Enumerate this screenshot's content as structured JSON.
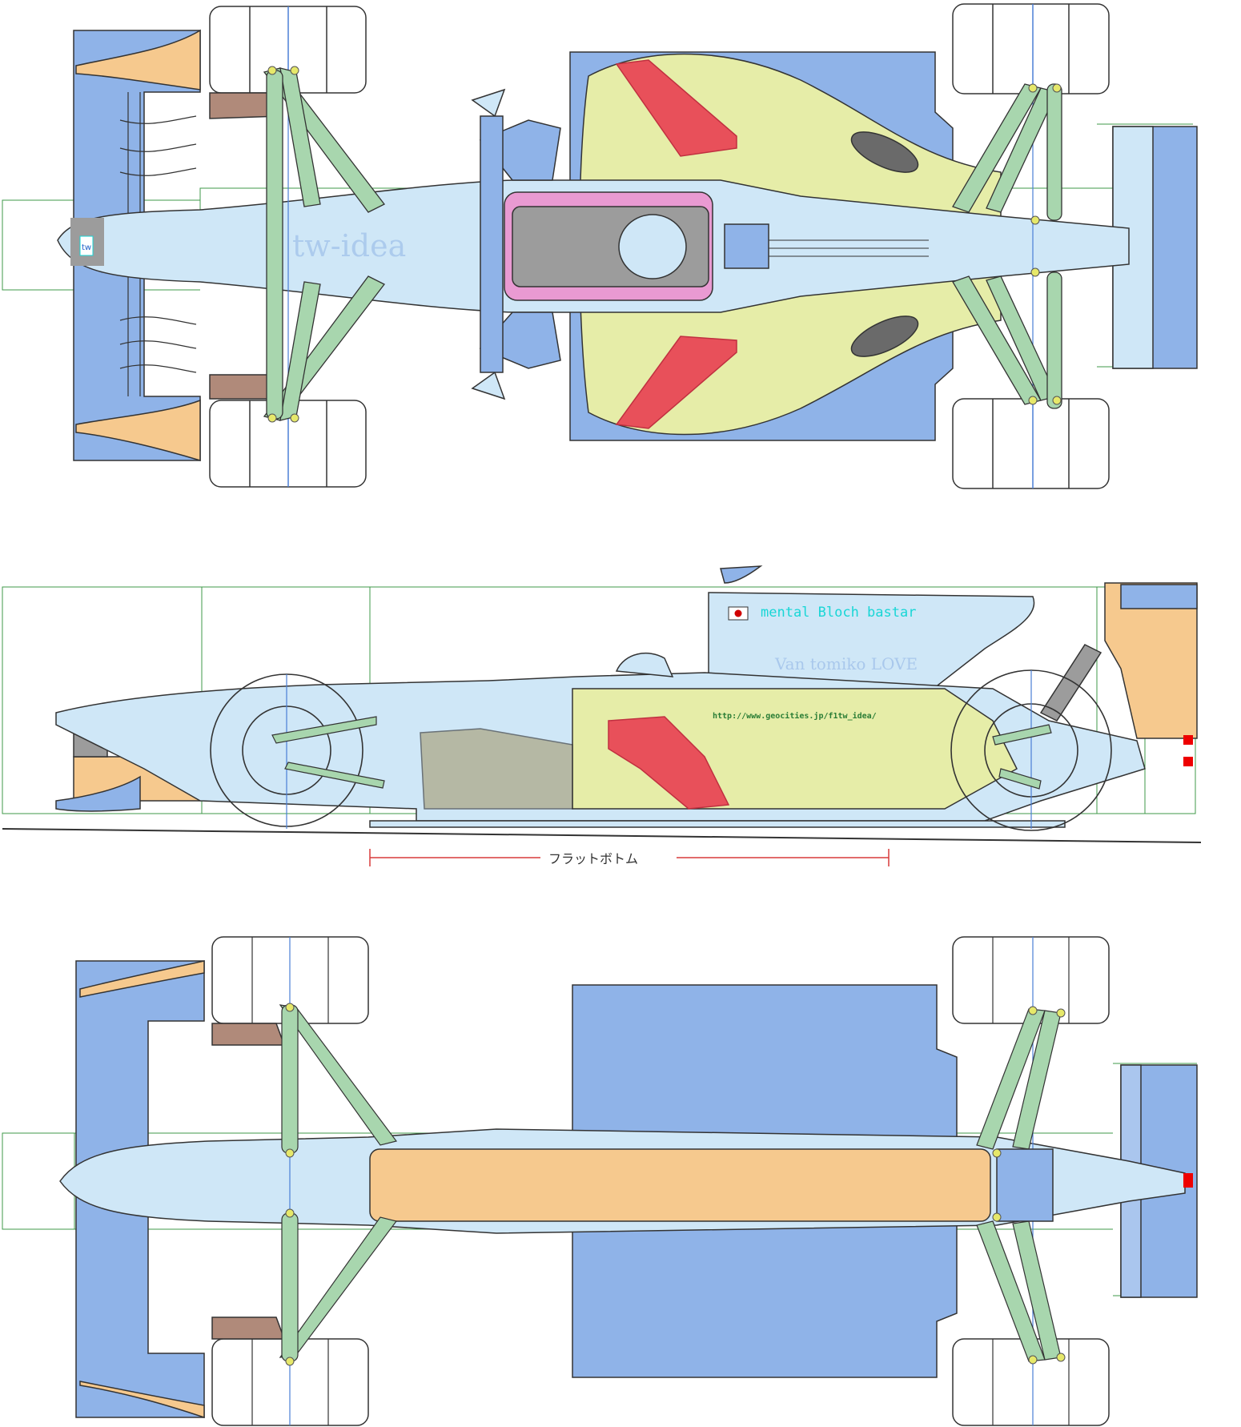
{
  "top_view": {
    "watermark": "tw-idea",
    "nose_badge": "tw"
  },
  "side_view": {
    "label_main": "mental Bloch bastar",
    "label_sub": "Van tomiko LOVE",
    "url": "http://www.geocities.jp/f1tw_idea/",
    "dimension_label": "フラットボトム"
  },
  "colors": {
    "sky": "#cfe7f7",
    "blue_panel": "#8fb3e8",
    "yellow_body": "#e6eda8",
    "orange": "#f6c98e",
    "green_arm": "#a8d6ae",
    "pink": "#e99ad2",
    "red": "#e8505a",
    "brown": "#b08a7a",
    "grey": "#9c9c9c",
    "outline": "#333333",
    "guide_green": "#3f9a4a",
    "guide_blue": "#4a7fd6",
    "dim_red": "#d83b3b",
    "text_cyan": "#19d6d6",
    "text_green": "#2a7d35"
  }
}
